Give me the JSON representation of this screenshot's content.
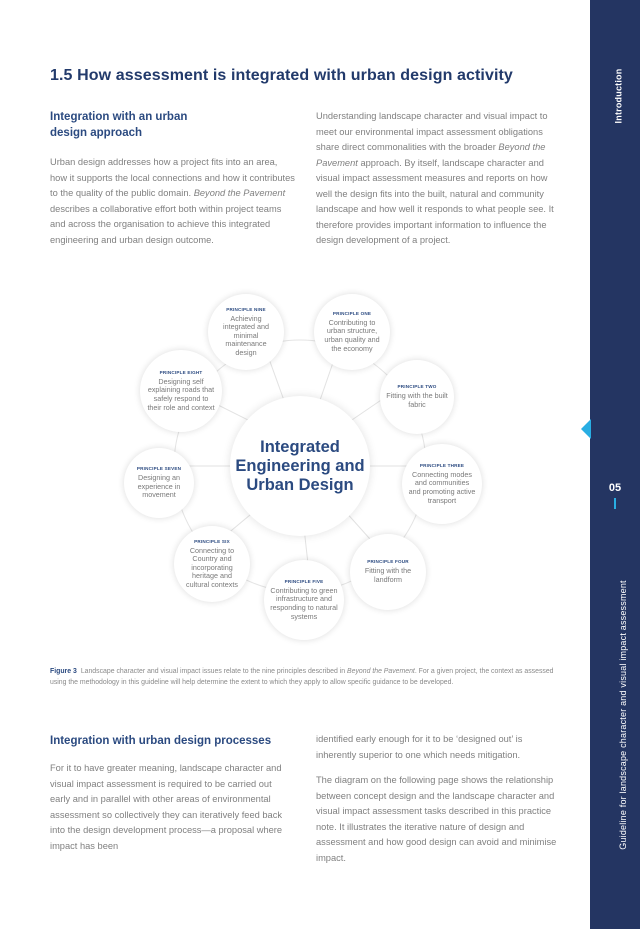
{
  "section": {
    "title": "1.5  How assessment is integrated with urban design activity"
  },
  "intro_left": {
    "heading": "Integration with an urban design approach",
    "text_a": "Urban design addresses how a project fits into an area, how it supports the local connections and how it contributes to the quality of the public domain. ",
    "text_em": "Beyond the Pavement",
    "text_b": " describes a collaborative effort both within project teams and across the organisation to achieve this integrated engineering and urban design outcome."
  },
  "intro_right": {
    "text_a": "Understanding landscape character and visual impact to meet our environmental impact assessment obligations share direct commonalities with the broader ",
    "text_em": "Beyond the Pavement",
    "text_b": " approach. By itself, landscape character and visual impact assessment measures and reports on how well the design fits into the built, natural and community landscape and how well it responds to what people see. It therefore provides important information to influence the design development of a project."
  },
  "diagram": {
    "center": "Integrated Engineering and Urban Design",
    "principles": [
      {
        "label": "PRINCIPLE ONE",
        "text": "Contributing to urban structure, urban quality and the economy"
      },
      {
        "label": "PRINCIPLE TWO",
        "text": "Fitting with the built fabric"
      },
      {
        "label": "PRINCIPLE THREE",
        "text": "Connecting modes and communities and promoting active transport"
      },
      {
        "label": "PRINCIPLE FOUR",
        "text": "Fitting with the landform"
      },
      {
        "label": "PRINCIPLE FIVE",
        "text": "Contributing to green infrastructure and responding to natural systems"
      },
      {
        "label": "PRINCIPLE SIX",
        "text": "Connecting to Country and incorporating heritage and cultural contexts"
      },
      {
        "label": "PRINCIPLE SEVEN",
        "text": "Designing an experience in movement"
      },
      {
        "label": "PRINCIPLE EIGHT",
        "text": "Designing self explaining roads that safely respond to their role and context"
      },
      {
        "label": "PRINCIPLE NINE",
        "text": "Achieving integrated and minimal maintenance design"
      }
    ]
  },
  "figure": {
    "label": "Figure 3",
    "text_a": "Landscape character and visual impact issues relate to the nine principles described in ",
    "text_em": "Beyond the Pavement",
    "text_b": ". For a given project, the context as assessed using the methodology in this guideline will help determine the extent to which they apply to allow specific guidance to be developed."
  },
  "processes_left": {
    "heading": "Integration with urban design processes",
    "text": "For it to have greater meaning, landscape character and visual impact assessment is required to be carried out early and in parallel with other areas of environmental assessment so collectively they can iteratively feed back into the design development process—a proposal where impact has been"
  },
  "processes_right": {
    "para1": "identified early enough for it to be ‘designed out’ is inherently superior to one which needs mitigation.",
    "para2": "The diagram on the following page shows the relationship between concept design and the landscape character and visual impact assessment tasks described in this practice note. It illustrates the iterative nature of design and assessment and how good design can avoid and minimise impact."
  },
  "sidebar": {
    "section_tab": "Introduction",
    "page_number": "05",
    "guideline_title": "Guideline for landscape character and visual impact assessment"
  },
  "colors": {
    "navy": "#243562",
    "heading_blue": "#2b4a80",
    "accent_cyan": "#29aee3",
    "body_grey": "#808080"
  }
}
